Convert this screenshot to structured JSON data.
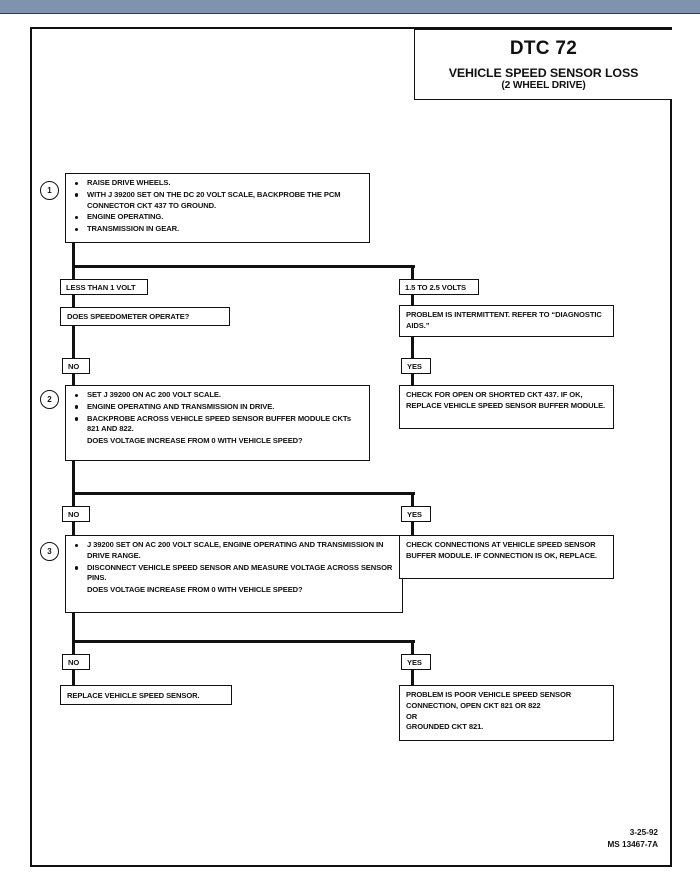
{
  "title": {
    "code": "DTC 72",
    "name": "VEHICLE SPEED SENSOR LOSS",
    "subtitle": "(2 WHEEL DRIVE)"
  },
  "steps": [
    {
      "number": "1",
      "items": [
        "RAISE DRIVE WHEELS.",
        "WITH J 39200 SET ON THE DC 20 VOLT SCALE, BACKPROBE THE PCM CONNECTOR CKT 437 TO GROUND.",
        "ENGINE OPERATING.",
        "TRANSMISSION IN GEAR."
      ]
    },
    {
      "number": "2",
      "items": [
        "SET J 39200 ON AC 200 VOLT SCALE.",
        "ENGINE OPERATING AND TRANSMISSION IN DRIVE.",
        "BACKPROBE ACROSS VEHICLE SPEED SENSOR BUFFER MODULE CKTs 821 AND 822."
      ],
      "trailing": "DOES VOLTAGE INCREASE FROM 0 WITH VEHICLE SPEED?"
    },
    {
      "number": "3",
      "items": [
        "J 39200 SET ON AC 200 VOLT SCALE, ENGINE OPERATING AND TRANSMISSION IN DRIVE RANGE.",
        "DISCONNECT VEHICLE SPEED SENSOR AND MEASURE VOLTAGE ACROSS SENSOR PINS."
      ],
      "trailing": "DOES VOLTAGE INCREASE FROM 0 WITH VEHICLE SPEED?"
    }
  ],
  "branches": {
    "volt_low": "LESS THAN 1 VOLT",
    "volt_high": "1.5 TO 2.5 VOLTS",
    "no": "NO",
    "yes": "YES"
  },
  "boxes": {
    "speedometer_question": "DOES SPEEDOMETER OPERATE?",
    "intermittent": "PROBLEM IS INTERMITTENT.  REFER TO “DIAGNOSTIC AIDS.”",
    "check_open_shorted": "CHECK FOR OPEN OR SHORTED CKT 437. IF OK, REPLACE VEHICLE SPEED SENSOR BUFFER MODULE.",
    "check_connections": "CHECK CONNECTIONS AT VEHICLE SPEED SENSOR BUFFER MODULE. IF CONNECTION IS OK, REPLACE.",
    "replace_sensor": "REPLACE VEHICLE SPEED SENSOR.",
    "poor_connection_l1": "PROBLEM IS POOR VEHICLE SPEED SENSOR",
    "poor_connection_l2": "CONNECTION, OPEN CKT 821 OR 822",
    "poor_connection_l3": "OR",
    "poor_connection_l4": "GROUNDED CKT 821."
  },
  "footer": {
    "date": "3-25-92",
    "doc_id": "MS 13467-7A"
  }
}
